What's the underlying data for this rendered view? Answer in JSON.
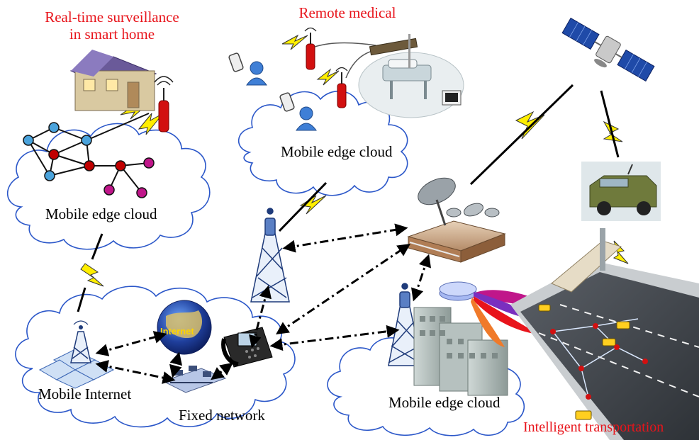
{
  "labels": {
    "smart_home_line1": "Real-time surveillance",
    "smart_home_line2": "in smart home",
    "remote_medical": "Remote medical",
    "cloud_left": "Mobile edge cloud",
    "cloud_middle": "Mobile edge cloud",
    "cloud_right": "Mobile edge cloud",
    "mobile_internet": "Mobile Internet",
    "fixed_network": "Fixed network",
    "intelligent_transportation": "Intelligent transportation",
    "internet_globe": "Internet"
  },
  "colors": {
    "red_label": "#e8141b",
    "cloud_outline": "#2b57c9",
    "lightning": "#ffee00",
    "node_blue": "#4aa3dc",
    "node_red": "#c00000",
    "node_magenta": "#c0168a",
    "tower_red": "#d21010"
  }
}
